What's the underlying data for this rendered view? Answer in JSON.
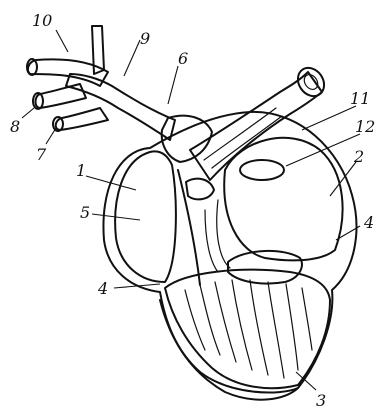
{
  "figure": {
    "labels": [
      {
        "id": "1",
        "text": "1"
      },
      {
        "id": "2",
        "text": "2"
      },
      {
        "id": "3",
        "text": "3"
      },
      {
        "id": "4a",
        "text": "4"
      },
      {
        "id": "4b",
        "text": "4"
      },
      {
        "id": "5",
        "text": "5"
      },
      {
        "id": "6",
        "text": "6"
      },
      {
        "id": "7",
        "text": "7"
      },
      {
        "id": "8",
        "text": "8"
      },
      {
        "id": "9",
        "text": "9"
      },
      {
        "id": "10",
        "text": "10"
      },
      {
        "id": "11",
        "text": "11"
      },
      {
        "id": "12",
        "text": "12"
      }
    ]
  }
}
